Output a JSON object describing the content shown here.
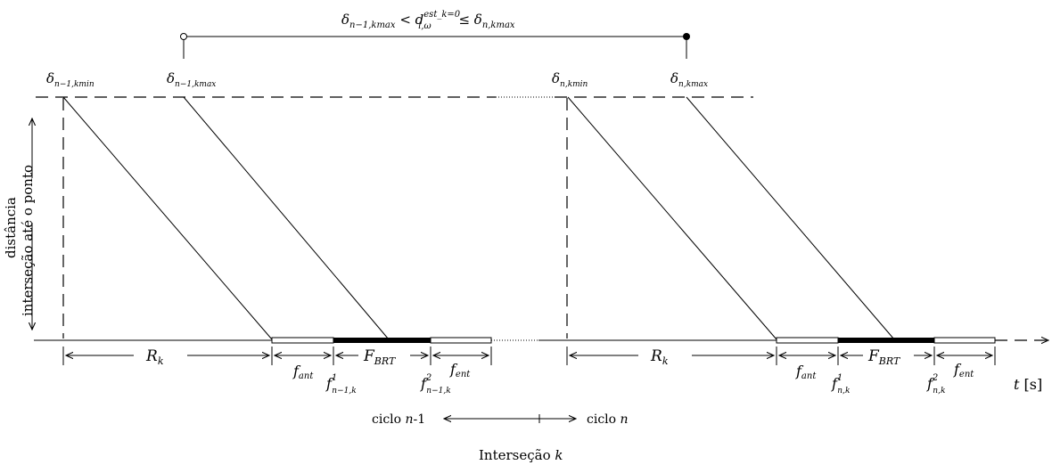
{
  "labels": {
    "top_condition": {
      "d1": "δ",
      "s1": "n−1,kmax",
      "lt": " < ",
      "d2": "d",
      "sup2": "est_k=0",
      "sub2": "i,ω",
      "le": " ≤ ",
      "d3": "δ",
      "s3": "n,kmax"
    },
    "delta_n1_kmin": {
      "sym": "δ",
      "sub": "n−1,kmin"
    },
    "delta_n1_kmax": {
      "sym": "δ",
      "sub": "n−1,kmax"
    },
    "delta_n_kmin": {
      "sym": "δ",
      "sub": "n,kmin"
    },
    "delta_n_kmax": {
      "sym": "δ",
      "sub": "n,kmax"
    },
    "y_axis_line1": "distância",
    "y_axis_line2": "interseção até o ponto",
    "x_axis_label": {
      "sym": "t",
      "unit": " [s]"
    },
    "R_left": {
      "sym": "R",
      "sub": "k"
    },
    "R_right": {
      "sym": "R",
      "sub": "k"
    },
    "F_left": {
      "sym": "F",
      "sub": "BRT"
    },
    "F_right": {
      "sym": "F",
      "sub": "BRT"
    },
    "f_ant_left": {
      "sym": "f",
      "sub": "ant"
    },
    "f_ent_left": {
      "sym": "f",
      "sub": "ent"
    },
    "f_ant_right": {
      "sym": "f",
      "sub": "ant"
    },
    "f_ent_right": {
      "sym": "f",
      "sub": "ent"
    },
    "f1_left": {
      "sym": "f",
      "sup": "1",
      "sub": "n−1,k"
    },
    "f2_left": {
      "sym": "f",
      "sup": "2",
      "sub": "n−1,k"
    },
    "f1_right": {
      "sym": "f",
      "sup": "1",
      "sub": "n,k"
    },
    "f2_right": {
      "sym": "f",
      "sup": "2",
      "sub": "n,k"
    },
    "ciclo_prev": {
      "text": "ciclo ",
      "sym": "n",
      "suffix": "-1"
    },
    "ciclo_next": {
      "text": "ciclo ",
      "sym": "n"
    },
    "intersecao": {
      "text": "Interseção ",
      "sym": "k"
    }
  }
}
